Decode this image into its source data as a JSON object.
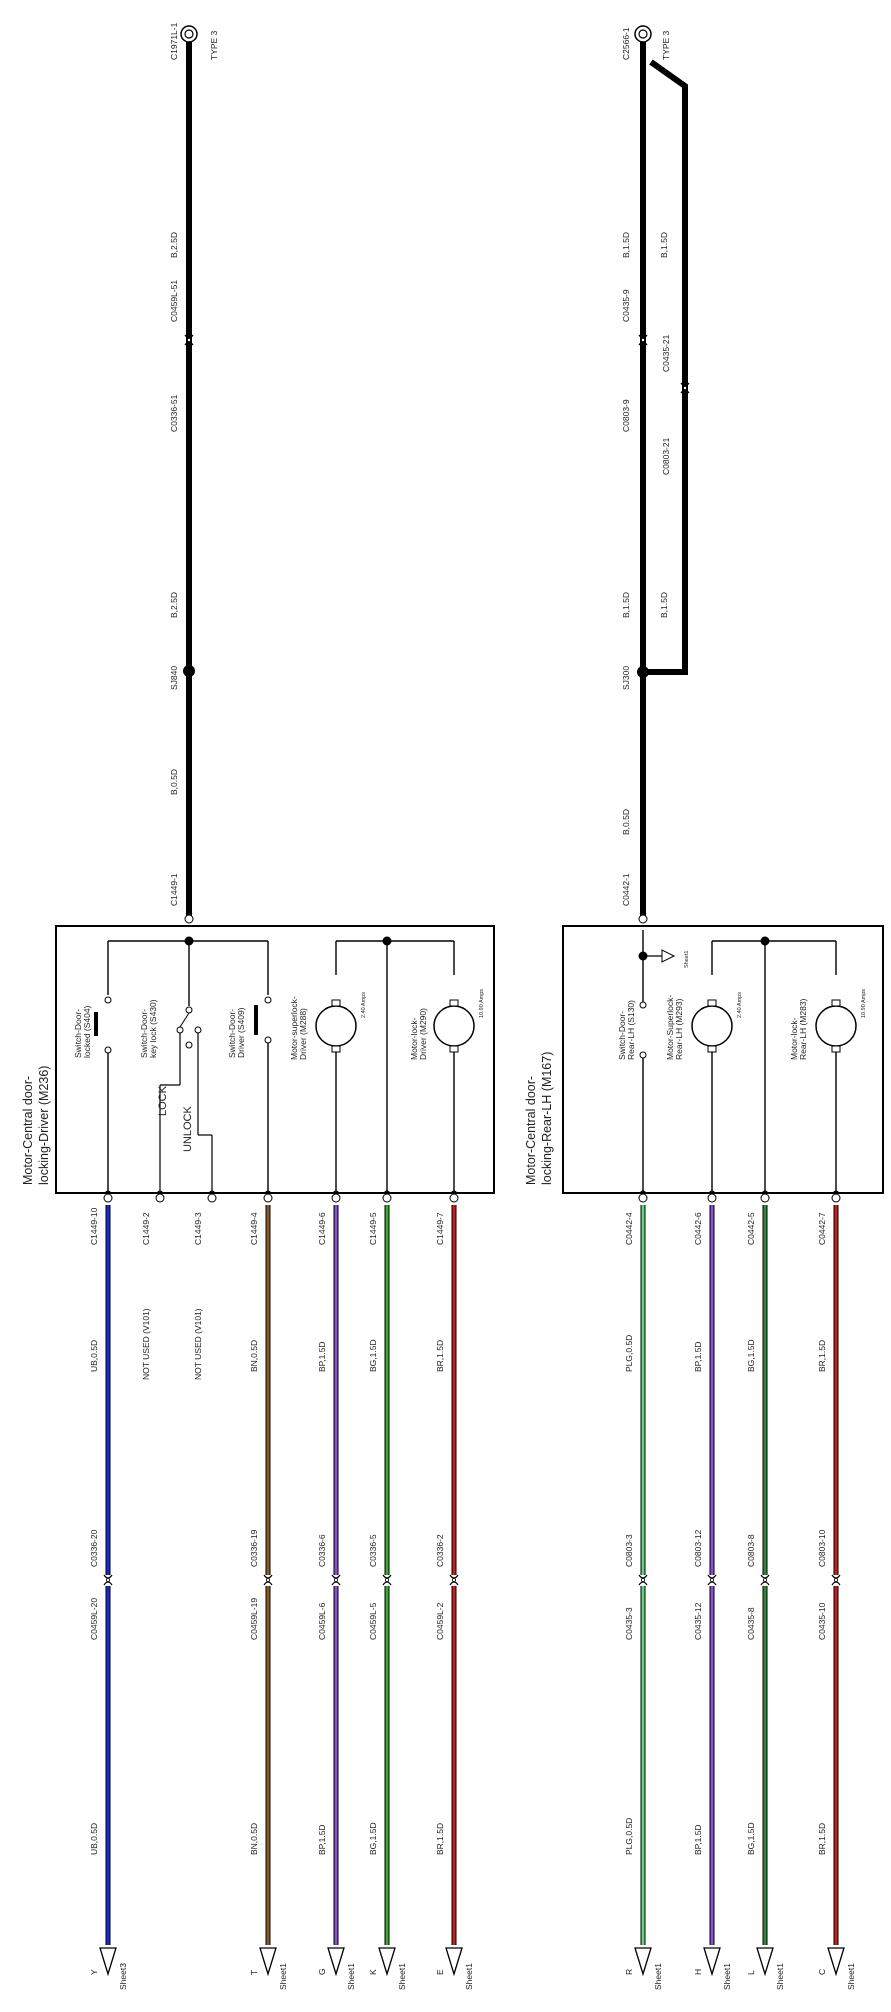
{
  "modules": [
    {
      "title_line1": "Motor-Central door-",
      "title_line2": "locking-Driver (M236)",
      "top_connector": "C1449-1",
      "components": [
        {
          "name": "Switch-Door-",
          "name2": "locked (S404)"
        },
        {
          "name": "Switch-Door-",
          "name2": "key lock (S430)"
        },
        {
          "name": "Switch-Door-",
          "name2": "Driver (S409)"
        },
        {
          "name": "Motor-superlock-",
          "name2": "Driver (M288)",
          "rating": "2.40 Amps"
        },
        {
          "name": "Motor-lock-",
          "name2": "Driver (M290)",
          "rating": "10.90 Amps"
        }
      ],
      "switch_positions": [
        "LOCK",
        "UNLOCK"
      ],
      "ground_path": [
        {
          "label": "SJ840"
        },
        {
          "wire": "B,0.5D"
        },
        {
          "wire": "B,2.5D"
        },
        {
          "from": "C0336-51",
          "to": "C0459L-51"
        },
        {
          "wire": "B,2.5D"
        },
        {
          "label": "C1971L-1",
          "note": "TYPE 3"
        }
      ],
      "circuits": [
        {
          "pin": "C1449-10",
          "wire1": "UB,0.5D",
          "joint_left": "C0459L-20",
          "joint_right": "C0336-20",
          "wire2": "UB,0.5D",
          "dest": "Y",
          "sheet": "Sheet3",
          "color": "#1a2bcc"
        },
        {
          "pin": "C1449-2",
          "note": "NOT USED (V101)"
        },
        {
          "pin": "C1449-3",
          "note": "NOT USED (V101)"
        },
        {
          "pin": "C1449-4",
          "wire1": "BN,0.5D",
          "joint_left": "C0459L-19",
          "joint_right": "C0336-19",
          "wire2": "BN,0.5D",
          "dest": "T",
          "sheet": "Sheet1",
          "color": "#8a5a28"
        },
        {
          "pin": "C1449-6",
          "wire1": "BP,1.5D",
          "joint_left": "C0459L-6",
          "joint_right": "C0336-6",
          "wire2": "BP,1.5D",
          "dest": "G",
          "sheet": "Sheet1",
          "color": "#8a4fd0"
        },
        {
          "pin": "C1449-5",
          "wire1": "BG,1.5D",
          "joint_left": "C0459L-5",
          "joint_right": "C0336-5",
          "wire2": "BG,1.5D",
          "dest": "K",
          "sheet": "Sheet1",
          "color": "#3aaa34"
        },
        {
          "pin": "C1449-7",
          "wire1": "BR,1.5D",
          "joint_left": "C0459L-2",
          "joint_right": "C0336-2",
          "wire2": "BR,1.5D",
          "dest": "E",
          "sheet": "Sheet1",
          "color": "#c42020"
        }
      ]
    },
    {
      "title_line1": "Motor-Central door-",
      "title_line2": "locking-Rear-LH (M167)",
      "top_connector": "C0442-1",
      "components": [
        {
          "name": "Switch-Door-",
          "name2": "Rear-LH (S130)"
        },
        {
          "name": "Motor-Superlock-",
          "name2": "Rear-LH (M293)",
          "rating": "2.40 Amps"
        },
        {
          "name": "Motor-lock-",
          "name2": "Rear-LH (M283)",
          "rating": "10.90 Amps"
        }
      ],
      "internal_ref": "Sheet1",
      "ground_path": [
        {
          "label": "SJ300"
        },
        {
          "wire": "B,0.5D"
        },
        {
          "wire": "B,1.5D"
        },
        {
          "wire": "B,1.5D"
        },
        {
          "from": "C0803-9",
          "to": "C0435-9"
        },
        {
          "from": "C0803-21",
          "to": "C0435-21"
        },
        {
          "wire": "B,1.5D"
        },
        {
          "wire": "B,1.5D"
        },
        {
          "label": "C2566-1",
          "note": "TYPE 3"
        }
      ],
      "circuits": [
        {
          "pin": "C0442-4",
          "wire1": "PLG,0.5D",
          "joint_left": "C0435-3",
          "joint_right": "C0803-3",
          "wire2": "PLG,0.5D",
          "dest": "R",
          "sheet": "Sheet1",
          "color": "#5fd27a"
        },
        {
          "pin": "C0442-6",
          "wire1": "BP,1.5D",
          "joint_left": "C0435-12",
          "joint_right": "C0803-12",
          "wire2": "BP,1.5D",
          "dest": "H",
          "sheet": "Sheet1",
          "color": "#8a4fd0"
        },
        {
          "pin": "C0442-5",
          "wire1": "BG,1.5D",
          "joint_left": "C0435-8",
          "joint_right": "C0803-8",
          "wire2": "BG,1.5D",
          "dest": "L",
          "sheet": "Sheet1",
          "color": "#2f8a3a"
        },
        {
          "pin": "C0442-7",
          "wire1": "BR,1.5D",
          "joint_left": "C0435-10",
          "joint_right": "C0803-10",
          "wire2": "BR,1.5D",
          "dest": "C",
          "sheet": "Sheet1",
          "color": "#c42020"
        }
      ]
    }
  ]
}
